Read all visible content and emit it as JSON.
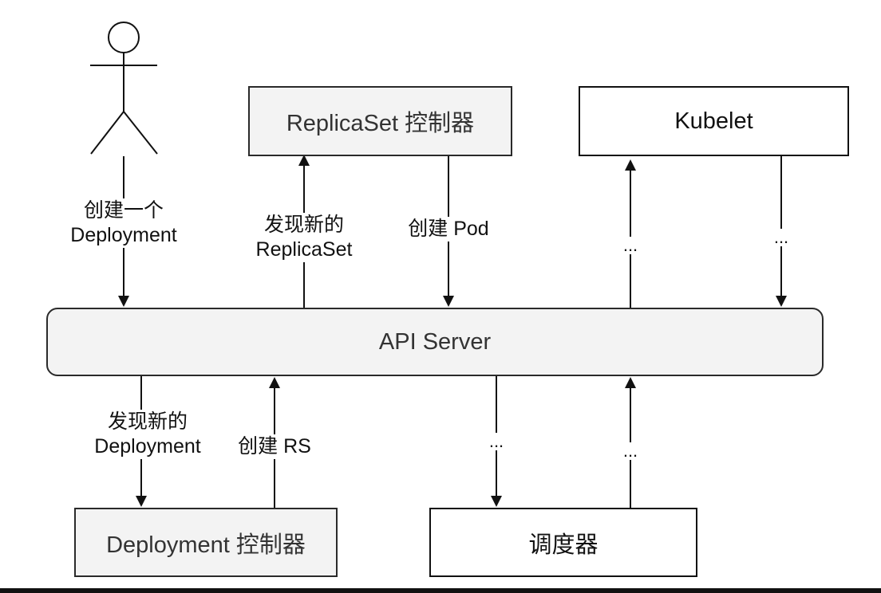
{
  "nodes": {
    "replicaset_controller": "ReplicaSet 控制器",
    "kubelet": "Kubelet",
    "api_server": "API Server",
    "deployment_controller": "Deployment 控制器",
    "scheduler": "调度器"
  },
  "edges": {
    "user_create_line1": "创建一个",
    "user_create_line2": "Deployment",
    "rs_found_line1": "发现新的",
    "rs_found_line2": "ReplicaSet",
    "create_pod": "创建 Pod",
    "kubelet_up": "...",
    "kubelet_down": "...",
    "dep_found_line1": "发现新的",
    "dep_found_line2": "Deployment",
    "create_rs": "创建 RS",
    "sched_down": "...",
    "sched_up": "..."
  }
}
